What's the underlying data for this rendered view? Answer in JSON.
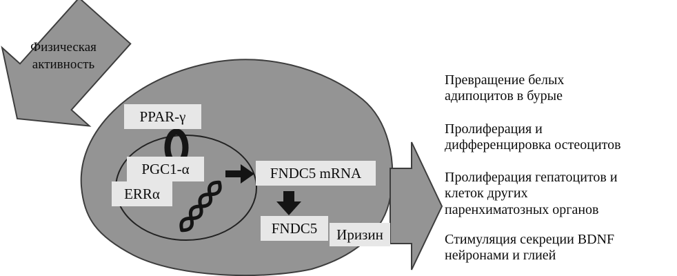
{
  "diagram": {
    "colors": {
      "shape_gray": "#949494",
      "shape_outline": "#3d3d3d",
      "box_bg": "#e7e7e7",
      "text_color": "#111111"
    },
    "activity_arrow": {
      "label": "Физическая\nактивность"
    },
    "cell": {
      "ppar": "PPAR-γ",
      "pgc1": "PGC1-α",
      "err": "ERRα",
      "fndc5_mrna": "FNDC5 mRNA",
      "fndc5": "FNDC5",
      "irisin": "Иризин"
    },
    "outcomes": [
      "Превращение белых\nадипоцитов в бурые",
      "Пролиферация и\nдифференцировка остеоцитов",
      "Пролиферация гепатоцитов и\nклеток других\nпаренхиматозных органов",
      "Стимуляция секреции BDNF\nнейронами и глией"
    ]
  }
}
